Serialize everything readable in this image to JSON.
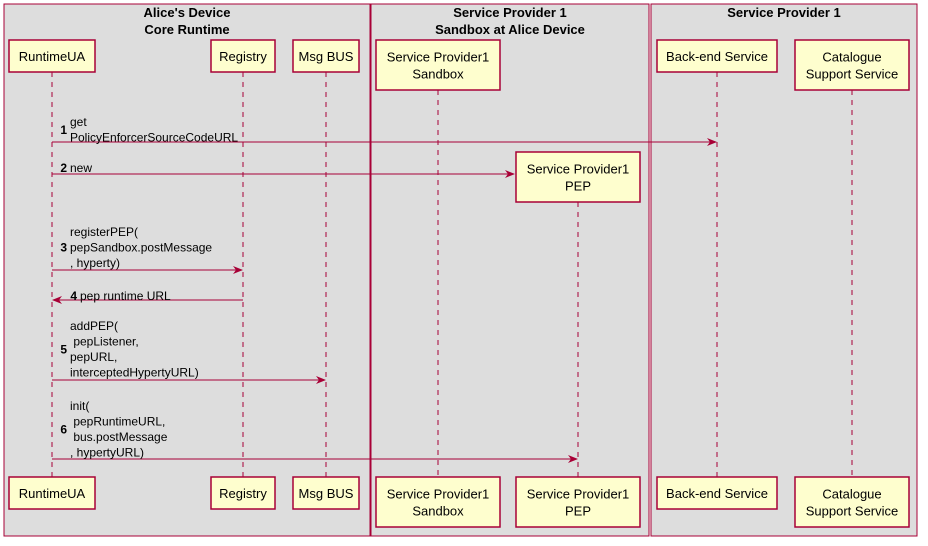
{
  "colors": {
    "box_fill": "#dddddd",
    "box_border": "#a80036",
    "participant_fill": "#fefece",
    "arrow": "#a80036",
    "lifeline": "#a80036"
  },
  "boxes": [
    {
      "id": "alice",
      "title": [
        "Alice's Device",
        "Core Runtime"
      ]
    },
    {
      "id": "sp1sandbox",
      "title": [
        "Service Provider 1",
        "Sandbox at Alice Device"
      ]
    },
    {
      "id": "sp1",
      "title": [
        "Service Provider 1"
      ]
    }
  ],
  "participants": [
    {
      "id": "runtimeua",
      "label": [
        "RuntimeUA"
      ]
    },
    {
      "id": "registry",
      "label": [
        "Registry"
      ]
    },
    {
      "id": "msgbus",
      "label": [
        "Msg BUS"
      ]
    },
    {
      "id": "sandbox",
      "label": [
        "Service Provider1",
        "Sandbox"
      ]
    },
    {
      "id": "pep",
      "label": [
        "Service Provider1",
        "PEP"
      ]
    },
    {
      "id": "backend",
      "label": [
        "Back-end Service"
      ]
    },
    {
      "id": "catalogue",
      "label": [
        "Catalogue",
        "Support Service"
      ]
    }
  ],
  "messages": [
    {
      "num": "1",
      "from": "runtimeua",
      "to": "backend",
      "lines": [
        "get",
        "PolicyEnforcerSourceCodeURL"
      ]
    },
    {
      "num": "2",
      "from": "runtimeua",
      "to": "pep",
      "lines": [
        "new"
      ],
      "creates": true
    },
    {
      "num": "3",
      "from": "runtimeua",
      "to": "registry",
      "lines": [
        "registerPEP(",
        "pepSandbox.postMessage",
        ", hyperty)"
      ]
    },
    {
      "num": "4",
      "from": "registry",
      "to": "runtimeua",
      "lines": [
        "pep runtime URL"
      ]
    },
    {
      "num": "5",
      "from": "runtimeua",
      "to": "msgbus",
      "lines": [
        "addPEP(",
        " pepListener,",
        "pepURL,",
        "interceptedHypertyURL)"
      ]
    },
    {
      "num": "6",
      "from": "runtimeua",
      "to": "pep",
      "lines": [
        "init(",
        " pepRuntimeURL,",
        " bus.postMessage",
        ", hypertyURL)"
      ]
    }
  ]
}
